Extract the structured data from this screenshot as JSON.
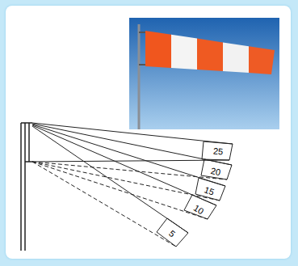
{
  "diagram": {
    "labels": [
      "25",
      "20",
      "15",
      "10",
      "5"
    ]
  }
}
